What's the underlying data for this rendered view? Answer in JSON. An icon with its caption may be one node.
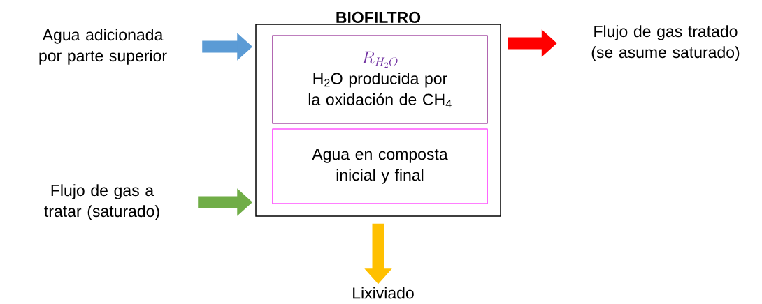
{
  "diagram": {
    "nodes": [
      {
        "text": [
          "Agua adicionada por parte superior"
        ]
      },
      {
        "text": [
          "BIOFILTRO"
        ]
      },
      {
        "text": [
          "R_{H_2O}",
          "H$_{2}$O producida por la oxidación de CH$_{4}$"
        ],
        "in": 1
      },
      {
        "text": [
          "Agua en composta inicial y final"
        ],
        "in": 1
      },
      {
        "text": [
          "Flujo de gas a tratar (saturado)"
        ]
      },
      {
        "text": [
          "Flujo de gas tratado (se asume saturado)"
        ]
      },
      {
        "text": [
          "Lixiviado"
        ]
      }
    ],
    "edges": [
      {
        "from": 0,
        "to": 1,
        "arrow": "to",
        "color": "#5b9bd5"
      },
      {
        "from": 4,
        "to": 1,
        "arrow": "to",
        "color": "#70ad47"
      },
      {
        "from": 1,
        "to": 5,
        "arrow": "to",
        "color": "#ff0000"
      },
      {
        "from": 1,
        "to": 6,
        "arrow": "to",
        "color": "#ffc000"
      }
    ]
  }
}
